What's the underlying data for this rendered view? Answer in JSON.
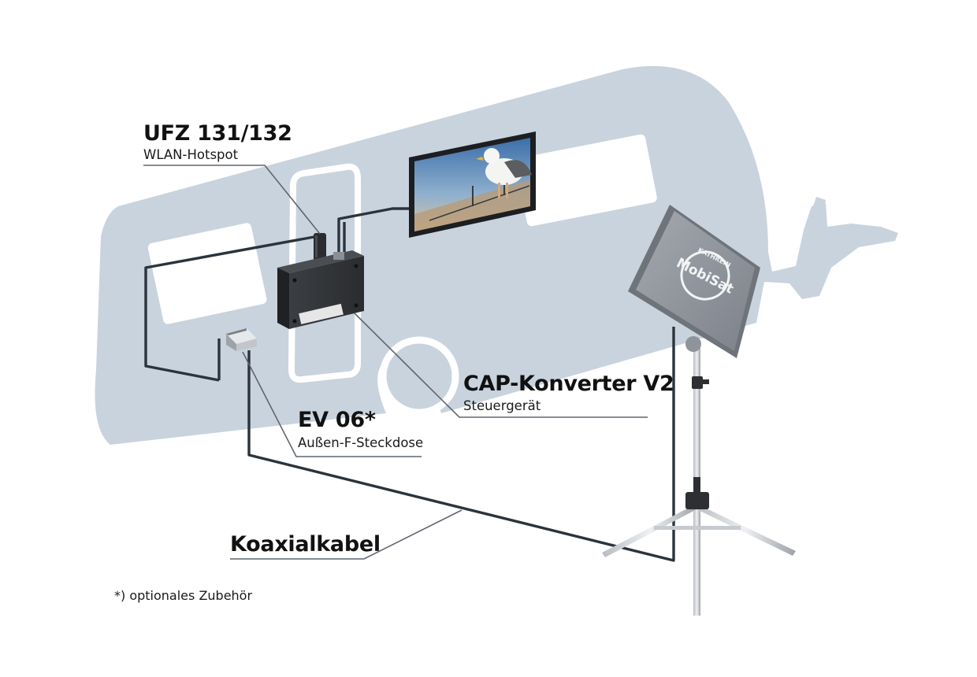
{
  "labels": {
    "ufz": {
      "title": "UFZ 131/132",
      "subtitle": "WLAN-Hotspot"
    },
    "cap": {
      "title": "CAP-Konverter V2",
      "subtitle": "Steuergerät"
    },
    "ev": {
      "title": "EV 06*",
      "subtitle": "Außen-F-Steckdose"
    },
    "koax": {
      "title": "Koaxialkabel"
    }
  },
  "footnote": "*) optionales Zubehör",
  "antenna_logo": {
    "brand": "MobiSat",
    "maker": "KATHREIN"
  },
  "colors": {
    "caravan": "#c9d3de",
    "cable": "#2b333c",
    "leader": "#5f6670",
    "device": "#2a2c2f",
    "antenna": "#8c9198",
    "sky": "#4f82b3"
  },
  "icons": [
    "caravan-silhouette",
    "tv-screen",
    "converter-box",
    "wlan-stick",
    "f-socket",
    "satellite-antenna",
    "tripod"
  ]
}
